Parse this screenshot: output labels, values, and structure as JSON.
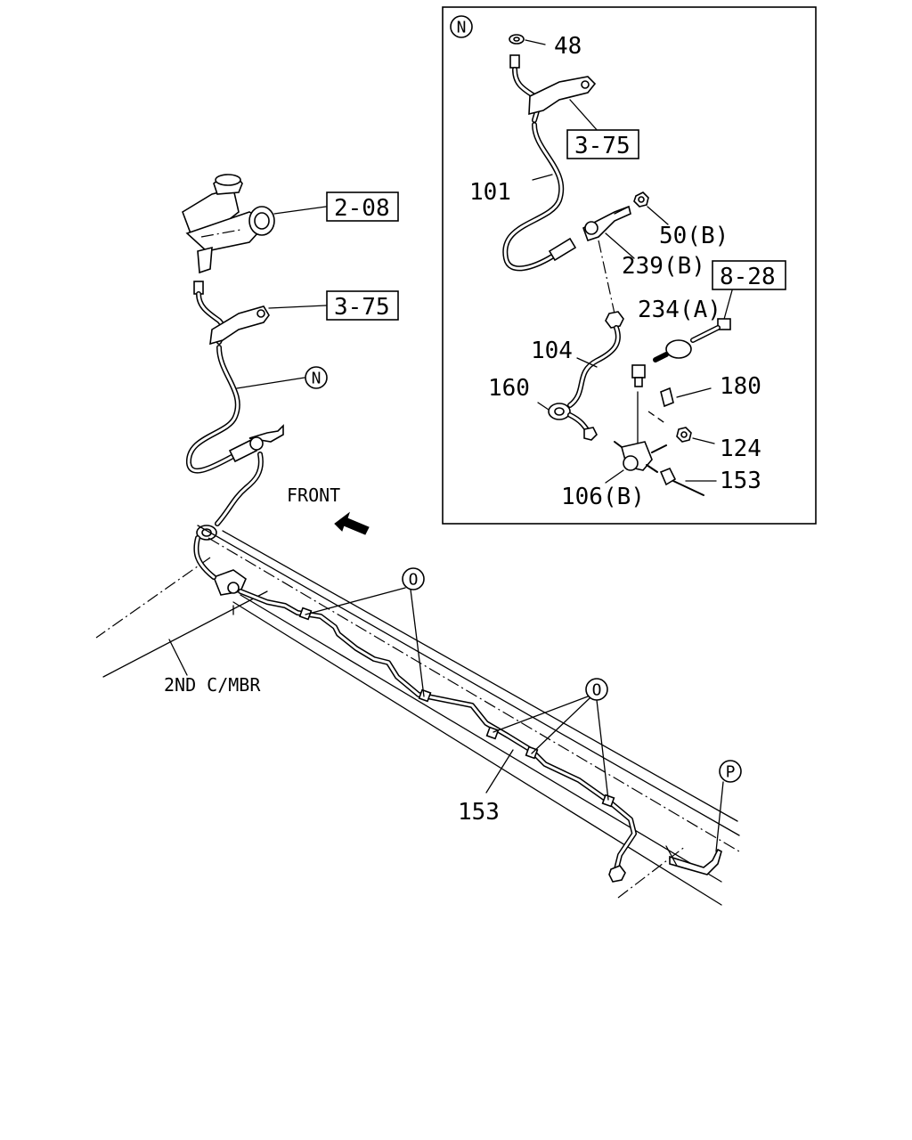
{
  "callouts": {
    "n": "N",
    "o": "O",
    "p": "P"
  },
  "refs": {
    "ref_2_08": "2-08",
    "ref_3_75_main": "3-75",
    "ref_3_75_inset": "3-75",
    "ref_8_28": "8-28"
  },
  "labels": {
    "front": "FRONT",
    "crossmember": "2ND C/MBR",
    "p48": "48",
    "p101": "101",
    "p50b": "50(B)",
    "p239b": "239(B)",
    "p234a": "234(A)",
    "p104": "104",
    "p160": "160",
    "p180": "180",
    "p124": "124",
    "p153_inset": "153",
    "p106b": "106(B)",
    "p153_main": "153"
  }
}
